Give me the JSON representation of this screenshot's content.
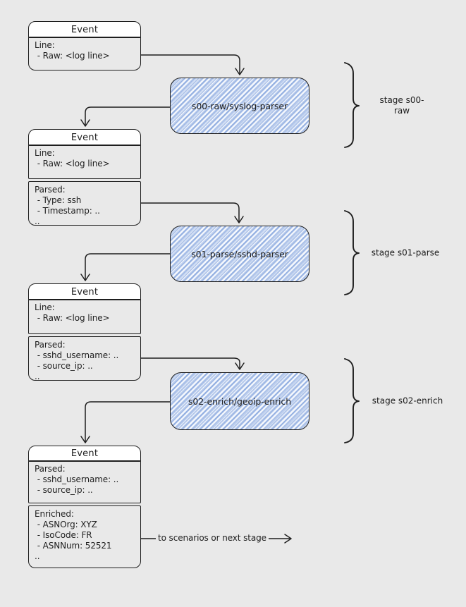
{
  "diagram": {
    "background_color": "#e9e9e9",
    "stroke_color": "#1e1e1e",
    "hatch_color": "#92afe2",
    "events": [
      {
        "title": "Event",
        "sections": [
          {
            "lines": [
              "Line:",
              " - Raw: <log line>"
            ]
          }
        ]
      },
      {
        "title": "Event",
        "sections": [
          {
            "lines": [
              "Line:",
              " - Raw: <log line>"
            ]
          },
          {
            "lines": [
              "Parsed:",
              " - Type: ssh",
              " - Timestamp: ..",
              ".."
            ]
          }
        ]
      },
      {
        "title": "Event",
        "sections": [
          {
            "lines": [
              "Line:",
              " - Raw: <log line>"
            ]
          },
          {
            "lines": [
              "Parsed:",
              " - sshd_username: ..",
              " - source_ip: ..",
              ".."
            ]
          }
        ]
      },
      {
        "title": "Event",
        "sections": [
          {
            "lines": [
              "Parsed:",
              " - sshd_username: ..",
              " - source_ip: .."
            ]
          },
          {
            "lines": [
              "Enriched:",
              " - ASNOrg: XYZ",
              " - IsoCode: FR",
              " - ASNNum: 52521",
              ".."
            ]
          }
        ]
      }
    ],
    "parsers": [
      {
        "label": "s00-raw/syslog-parser"
      },
      {
        "label": "s01-parse/sshd-parser"
      },
      {
        "label": "s02-enrich/geoip-enrich"
      }
    ],
    "stages": [
      {
        "label": "stage s00-raw"
      },
      {
        "label": "stage s01-parse"
      },
      {
        "label": "stage s02-enrich"
      }
    ],
    "output_arrow_label": "to scenarios or next stage"
  }
}
